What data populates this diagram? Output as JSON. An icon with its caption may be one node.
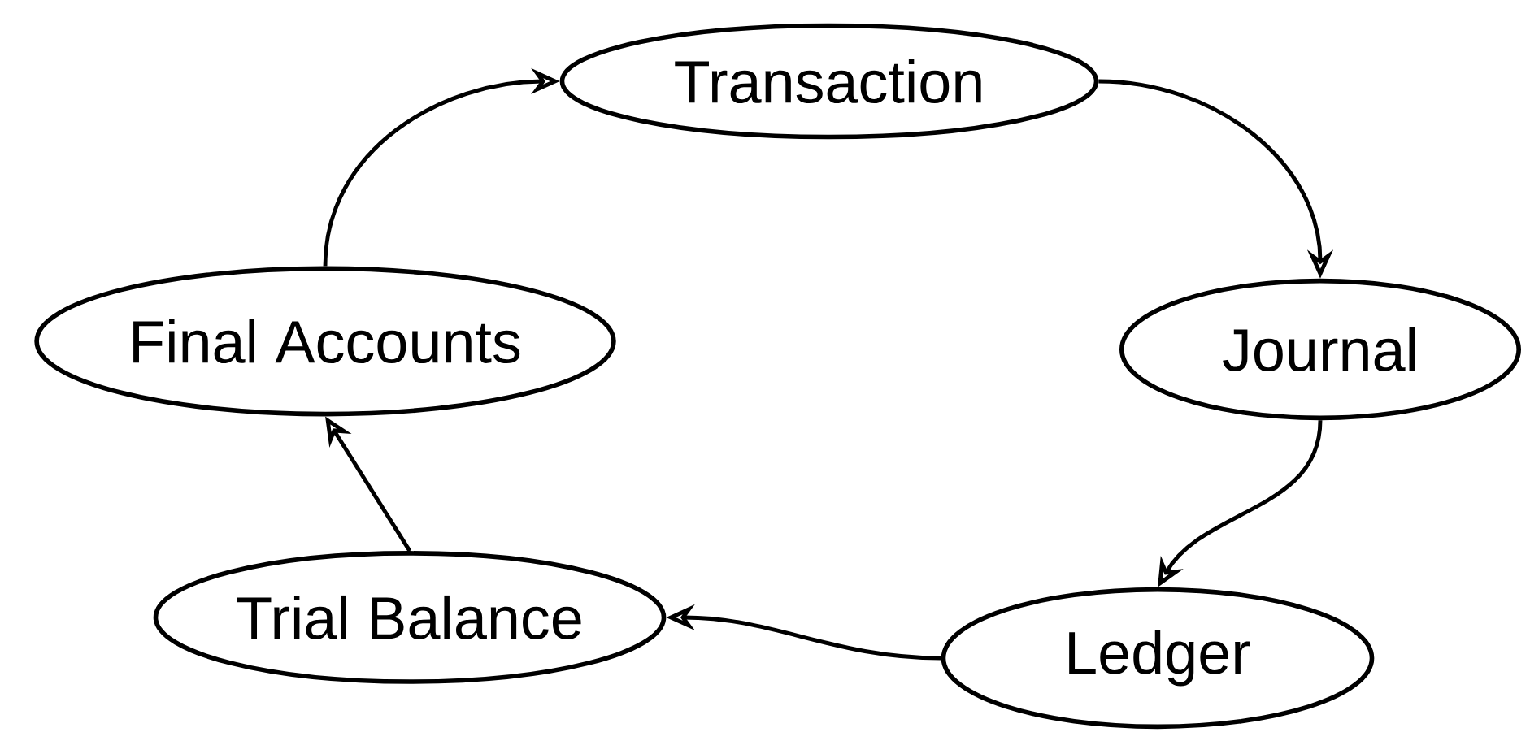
{
  "diagram": {
    "nodes": [
      {
        "text": [
          "Transaction"
        ]
      },
      {
        "text": [
          "Journal"
        ]
      },
      {
        "text": [
          "Ledger"
        ]
      },
      {
        "text": [
          "Trial Balance"
        ]
      },
      {
        "text": [
          "Final Accounts"
        ]
      }
    ],
    "edges": [
      {
        "from": 0,
        "to": 1,
        "arrow": "to"
      },
      {
        "from": 1,
        "to": 2,
        "arrow": "to"
      },
      {
        "from": 2,
        "to": 3,
        "arrow": "to"
      },
      {
        "from": 3,
        "to": 4,
        "arrow": "to"
      },
      {
        "from": 4,
        "to": 0,
        "arrow": "to"
      }
    ]
  }
}
